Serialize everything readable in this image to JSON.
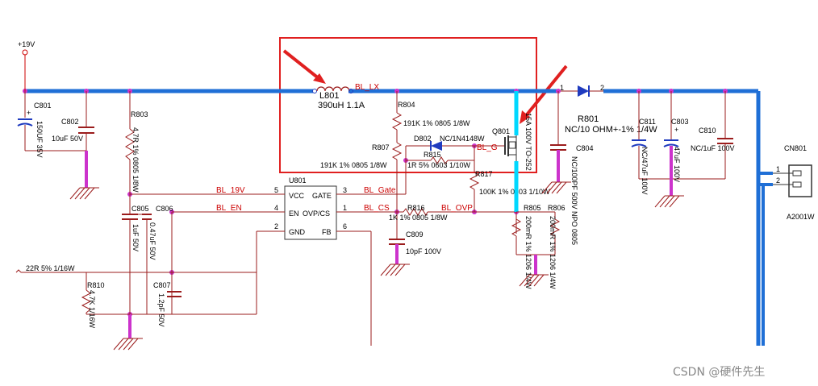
{
  "power": {
    "rail": "+19V"
  },
  "nets": {
    "bl_lx": "BL_LX",
    "bl_g": "BL_G",
    "bl_19v": "BL_19V",
    "bl_gate": "BL_Gate",
    "bl_en": "BL_EN",
    "bl_cs": "BL_CS",
    "bl_ovp": "BL_OVP",
    "r_in": "22R 5% 1/16W"
  },
  "ic": {
    "ref": "U801",
    "pins": {
      "p5": "5",
      "p4": "4",
      "p2": "2",
      "p3": "3",
      "p1": "1",
      "p6": "6",
      "vcc": "VCC",
      "en": "EN",
      "gnd": "GND",
      "gate": "GATE",
      "ovpcs": "OVP/CS",
      "fb": "FB"
    }
  },
  "parts": {
    "c801": {
      "ref": "C801",
      "value": "150UF 35V",
      "plus": "+"
    },
    "c802": {
      "ref": "C802",
      "value": "10uF 50V"
    },
    "r803": {
      "ref": "R803",
      "value": "4.7R 1% 0805 1/8W"
    },
    "l801": {
      "ref": "L801",
      "value": "390uH 1.1A"
    },
    "r804": {
      "ref": "R804",
      "value": "191K 1% 0805 1/8W"
    },
    "r807": {
      "ref": "R807",
      "value": "191K 1% 0805 1/8W"
    },
    "d802": {
      "ref": "D802",
      "value": "NC/1N4148W"
    },
    "r815": {
      "ref": "R815",
      "value": "1R 5% 0603 1/10W"
    },
    "r817": {
      "ref": "R817",
      "value": "100K 1% 0603 1/10W"
    },
    "q801": {
      "ref": "Q801",
      "value": "15A 100V TO-252"
    },
    "r801": {
      "ref": "R801",
      "value": "NC/10 OHM+-1% 1/4W",
      "pin1": "1",
      "pin2": "2"
    },
    "c804": {
      "ref": "C804",
      "value": "NC/100PF 500V NPO 0805"
    },
    "c811": {
      "ref": "C811",
      "value": "NC/47uF 100V"
    },
    "c803": {
      "ref": "C803",
      "value": "47uF 100V",
      "plus": "+"
    },
    "c810": {
      "ref": "C810",
      "value": "NC/1uF 100V"
    },
    "cn801": {
      "ref": "CN801",
      "part": "A2001W",
      "pin1": "1",
      "pin2": "2"
    },
    "c805": {
      "ref": "C805",
      "value": "1uF 50V"
    },
    "c806": {
      "ref": "C806",
      "value": "0.47uF 50V"
    },
    "r816": {
      "ref": "R816",
      "value": "1K 1% 0805 1/8W"
    },
    "c809": {
      "ref": "C809",
      "value": "10pF 100V"
    },
    "r805": {
      "ref": "R805",
      "value": "200mR 1% 1206 1/4W"
    },
    "r806": {
      "ref": "R806",
      "value": "200mR 1% 1206 1/4W"
    },
    "r810": {
      "ref": "R810",
      "value": "4.7K 1/16W"
    },
    "c807": {
      "ref": "C807",
      "value": "1.2pF 50V"
    }
  },
  "watermark": "CSDN @硬件先生",
  "colors": {
    "bus": "#1f6fd6",
    "highlight": "#00d8ff",
    "gnd": "#cc33cc",
    "annotation": "#e02020",
    "wire": "#9b1c1c"
  }
}
